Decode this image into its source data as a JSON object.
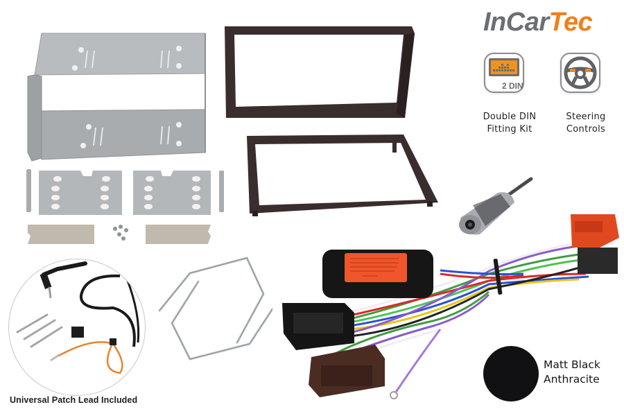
{
  "brand": {
    "logo_part1": "InCar",
    "logo_part2": "Tec",
    "colors": {
      "grey": "#6b6e72",
      "orange": "#f08019"
    }
  },
  "features": [
    {
      "icon": "double-din-screen-icon",
      "badge": "2 DIN",
      "label_line1": "Double DIN",
      "label_line2": "Fitting Kit"
    },
    {
      "icon": "steering-wheel-icon",
      "label_line1": "Steering",
      "label_line2": "Controls"
    }
  ],
  "finish": {
    "swatch_color": "#111114",
    "label_line1": "Matt Black",
    "label_line2": "Anthracite"
  },
  "patch_lead": {
    "caption": "Universal Patch Lead Included"
  },
  "components": [
    "double-din-metal-cage",
    "front-fascia-frame",
    "rear-fascia-frame",
    "side-mounting-brackets",
    "release-keys",
    "antenna-adapter",
    "steering-control-interface-harness",
    "iso-connectors",
    "universal-patch-lead"
  ],
  "interface_box": {
    "label_color": "#f0552b"
  }
}
